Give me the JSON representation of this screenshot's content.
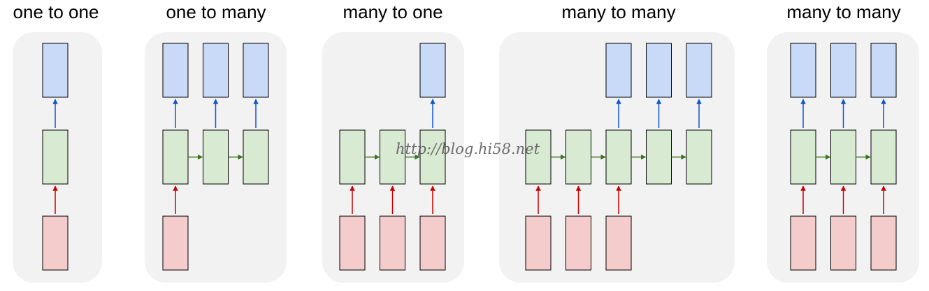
{
  "colors": {
    "panel_bg": "#f2f2f2",
    "input_fill": "#f4cccc",
    "hidden_fill": "#d9ead3",
    "output_fill": "#c9daf8",
    "box_stroke": "#000000",
    "input_arrow": "#cc0000",
    "recurrent_arrow": "#38761d",
    "output_arrow": "#1155cc"
  },
  "panels": [
    {
      "title": "one to one",
      "steps": 1,
      "inputs": [
        1
      ],
      "outputs": [
        1
      ]
    },
    {
      "title": "one to many",
      "steps": 3,
      "inputs": [
        1,
        0,
        0
      ],
      "outputs": [
        1,
        1,
        1
      ]
    },
    {
      "title": "many to one",
      "steps": 3,
      "inputs": [
        1,
        1,
        1
      ],
      "outputs": [
        0,
        0,
        1
      ]
    },
    {
      "title": "many to many",
      "steps": 5,
      "inputs": [
        1,
        1,
        1,
        0,
        0
      ],
      "outputs": [
        0,
        0,
        1,
        1,
        1
      ]
    },
    {
      "title": "many to many",
      "steps": 3,
      "inputs": [
        1,
        1,
        1
      ],
      "outputs": [
        1,
        1,
        1
      ]
    }
  ],
  "watermark": "http://blog.hi58.net"
}
